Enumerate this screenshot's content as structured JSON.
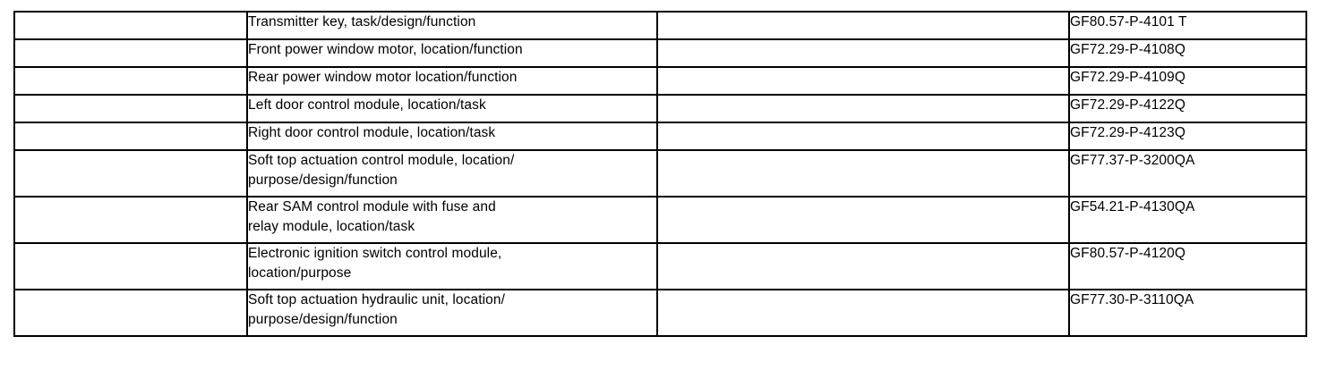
{
  "table": {
    "columns": [
      {
        "key": "blank_left",
        "label": "",
        "empty": true
      },
      {
        "key": "title",
        "label": "",
        "empty": false
      },
      {
        "key": "blank_mid",
        "label": "",
        "empty": true
      },
      {
        "key": "document_number",
        "label": "",
        "empty": false
      }
    ],
    "rows": [
      {
        "title": "Transmitter key, task/design/function",
        "document_number": "GF80.57-P-4101 T",
        "lines": 1
      },
      {
        "title": "Front power window motor, location/function",
        "document_number": "GF72.29-P-4108Q",
        "lines": 1
      },
      {
        "title": "Rear power window motor location/function",
        "document_number": "GF72.29-P-4109Q",
        "lines": 1
      },
      {
        "title": "Left door control module, location/task",
        "document_number": "GF72.29-P-4122Q",
        "lines": 1
      },
      {
        "title": "Right door control module, location/task",
        "document_number": "GF72.29-P-4123Q",
        "lines": 1
      },
      {
        "title": "Soft top actuation control module, location/\npurpose/design/function",
        "document_number": "GF77.37-P-3200QA",
        "lines": 2
      },
      {
        "title": "Rear SAM control module with fuse and\nrelay module, location/task",
        "document_number": "GF54.21-P-4130QA",
        "lines": 2
      },
      {
        "title": "Electronic ignition switch control module,\nlocation/purpose",
        "document_number": "GF80.57-P-4120Q",
        "lines": 2
      },
      {
        "title": "Soft top actuation hydraulic unit, location/\npurpose/design/function",
        "document_number": "GF77.30-P-3110QA",
        "lines": 2
      }
    ]
  },
  "style": {
    "border_color": "#000000",
    "text_color": "#000000",
    "background_color": "#ffffff"
  }
}
